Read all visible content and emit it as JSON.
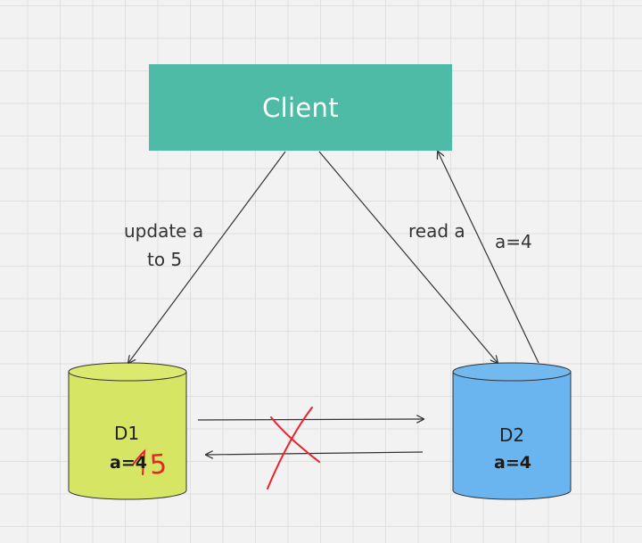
{
  "client": {
    "label": "Client"
  },
  "edges": {
    "update_line1": "update a",
    "update_line2": "to 5",
    "read": "read a",
    "response": "a=4"
  },
  "databases": {
    "d1": {
      "name": "D1",
      "value": "a=4",
      "correction": "5"
    },
    "d2": {
      "name": "D2",
      "value": "a=4"
    }
  },
  "colors": {
    "client_fill": "#4dbba5",
    "d1_fill": "#d6e563",
    "d2_fill": "#6ab4ef",
    "partition_mark": "#e8232c"
  }
}
